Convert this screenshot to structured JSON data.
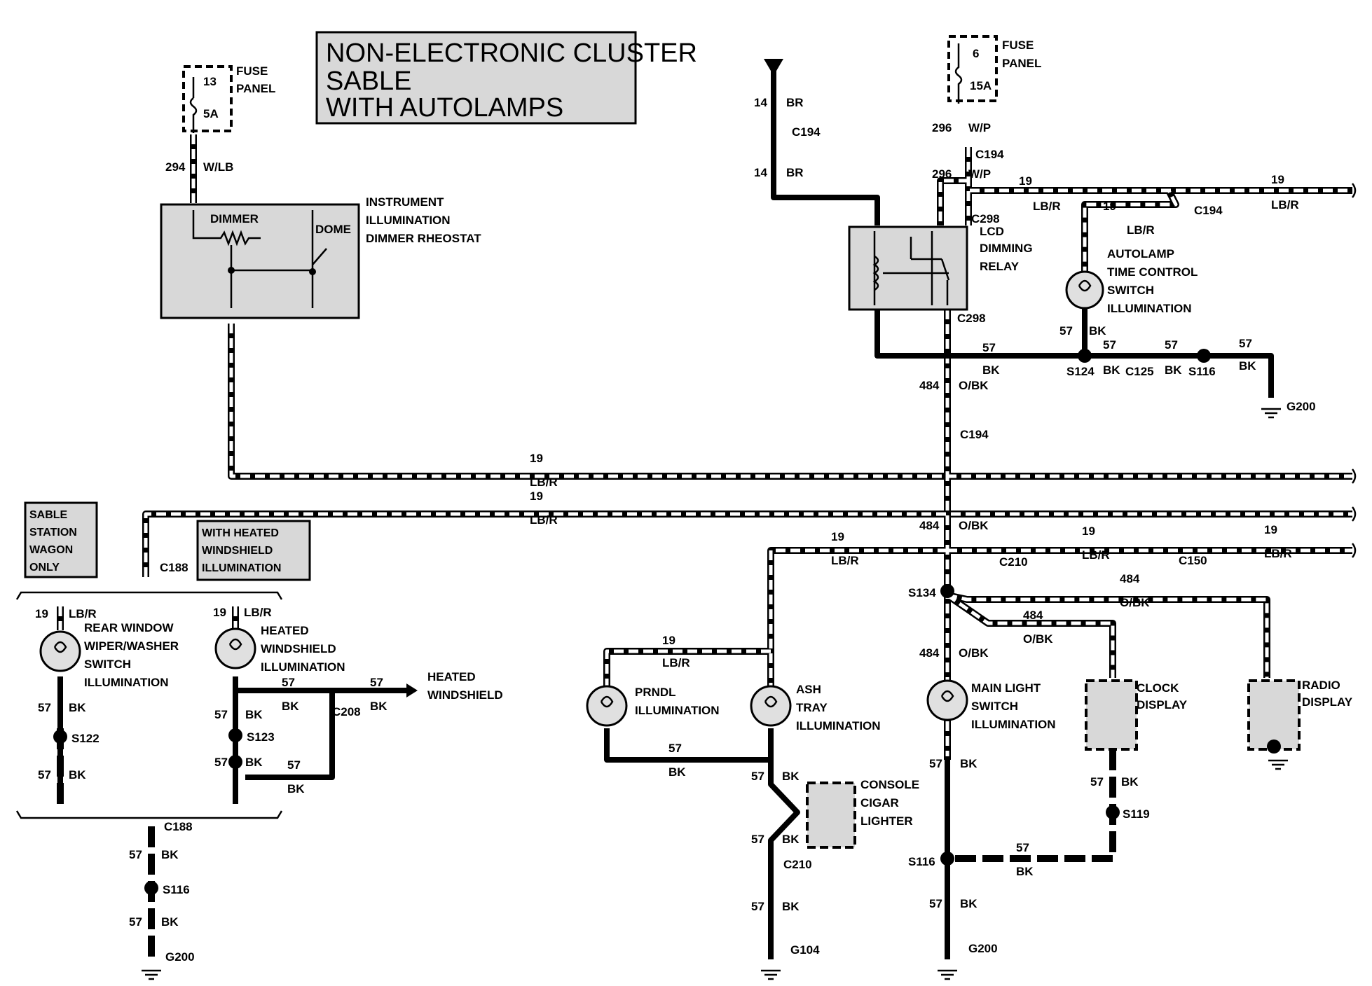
{
  "title": {
    "lines": [
      "NON-ELECTRONIC CLUSTER",
      "SABLE",
      "WITH AUTOLAMPS"
    ]
  },
  "fuse_left": {
    "fuse_num": "13",
    "amps": "5A",
    "label1": "FUSE",
    "label2": "PANEL"
  },
  "fuse_right": {
    "fuse_num": "6",
    "amps": "15A",
    "label1": "FUSE",
    "label2": "PANEL"
  },
  "rheostat": {
    "lines": [
      "INSTRUMENT",
      "ILLUMINATION",
      "DIMMER RHEOSTAT"
    ],
    "dimmer": "DIMMER",
    "dome": "DOME"
  },
  "relay": {
    "lines": [
      "DIMMING",
      "RELAY"
    ],
    "prefix": "LCD"
  },
  "autolamp": {
    "lines": [
      "AUTOLAMP",
      "TIME CONTROL",
      "SWITCH",
      "ILLUMINATION"
    ]
  },
  "notes": {
    "station_wagon": [
      "SABLE",
      "STATION",
      "WAGON",
      "ONLY"
    ],
    "heated_windshield": [
      "WITH HEATED",
      "WINDSHIELD",
      "ILLUMINATION"
    ]
  },
  "components": {
    "rear_wiper": [
      "REAR WINDOW",
      "WIPER/WASHER",
      "SWITCH",
      "ILLUMINATION"
    ],
    "heated_ws_ill": [
      "HEATED",
      "WINDSHIELD",
      "ILLUMINATION"
    ],
    "heated_ws": [
      "HEATED",
      "WINDSHIELD"
    ],
    "prndl": [
      "PRNDL",
      "ILLUMINATION"
    ],
    "ash_tray": [
      "ASH",
      "TRAY",
      "ILLUMINATION"
    ],
    "cigar": [
      "CONSOLE",
      "CIGAR",
      "LIGHTER"
    ],
    "main_light": [
      "MAIN LIGHT",
      "SWITCH",
      "ILLUMINATION"
    ],
    "clock": [
      "CLOCK",
      "DISPLAY"
    ],
    "radio": [
      "RADIO",
      "DISPLAY"
    ]
  },
  "connectors": {
    "c194": "C194",
    "c298": "C298",
    "c125": "C125",
    "c188": "C188",
    "c208": "C208",
    "c210": "C210",
    "c150": "C150"
  },
  "splices": {
    "s124": "S124",
    "s116": "S116",
    "s134": "S134",
    "s122": "S122",
    "s123": "S123",
    "s119": "S119"
  },
  "grounds": {
    "g200": "G200",
    "g104": "G104"
  },
  "wires": {
    "n14": "14",
    "br": "BR",
    "n294": "294",
    "wlb": "W/LB",
    "n296": "296",
    "wp": "W/P",
    "n19": "19",
    "lbr": "LB/R",
    "n57": "57",
    "bk": "BK",
    "n484": "484",
    "obk": "O/BK"
  }
}
